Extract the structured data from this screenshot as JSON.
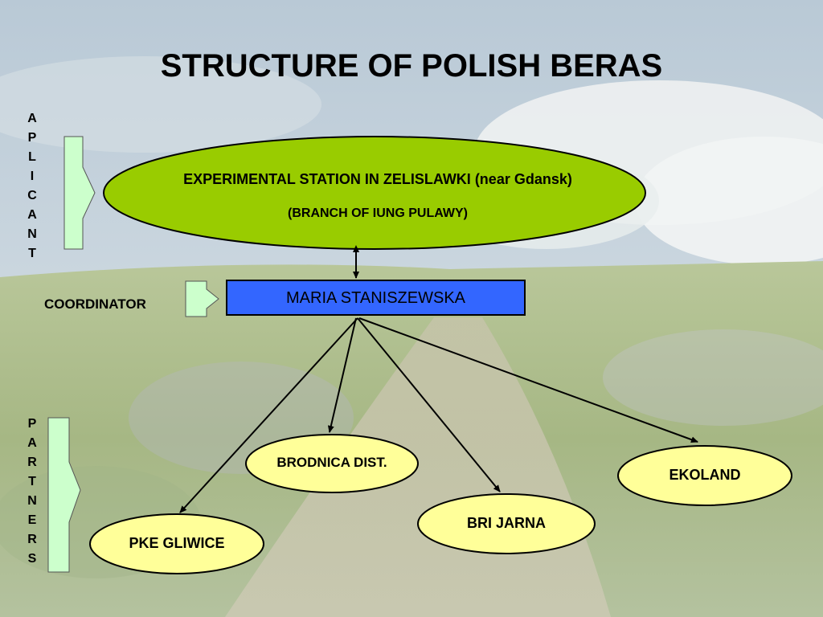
{
  "title": "STRUCTURE OF POLISH BERAS",
  "applicant": {
    "letters": [
      "A",
      "P",
      "L",
      "I",
      "C",
      "A",
      "N",
      "T"
    ],
    "line1": "EXPERIMENTAL STATION IN ZELISLAWKI (near Gdansk)",
    "line2": "(BRANCH OF IUNG PULAWY)"
  },
  "coordinator": {
    "label": "COORDINATOR",
    "name": "MARIA STANISZEWSKA"
  },
  "partners": {
    "letters": [
      "P",
      "A",
      "R",
      "T",
      "N",
      "E",
      "R",
      "S"
    ],
    "items": [
      "BRODNICA DIST.",
      "EKOLAND",
      "BRI JARNA",
      "PKE GLIWICE"
    ]
  },
  "colors": {
    "applicant_fill": "#99cc00",
    "coordinator_fill": "#3366ff",
    "partner_fill": "#ffff99",
    "tab_fill": "#ccffcc"
  }
}
